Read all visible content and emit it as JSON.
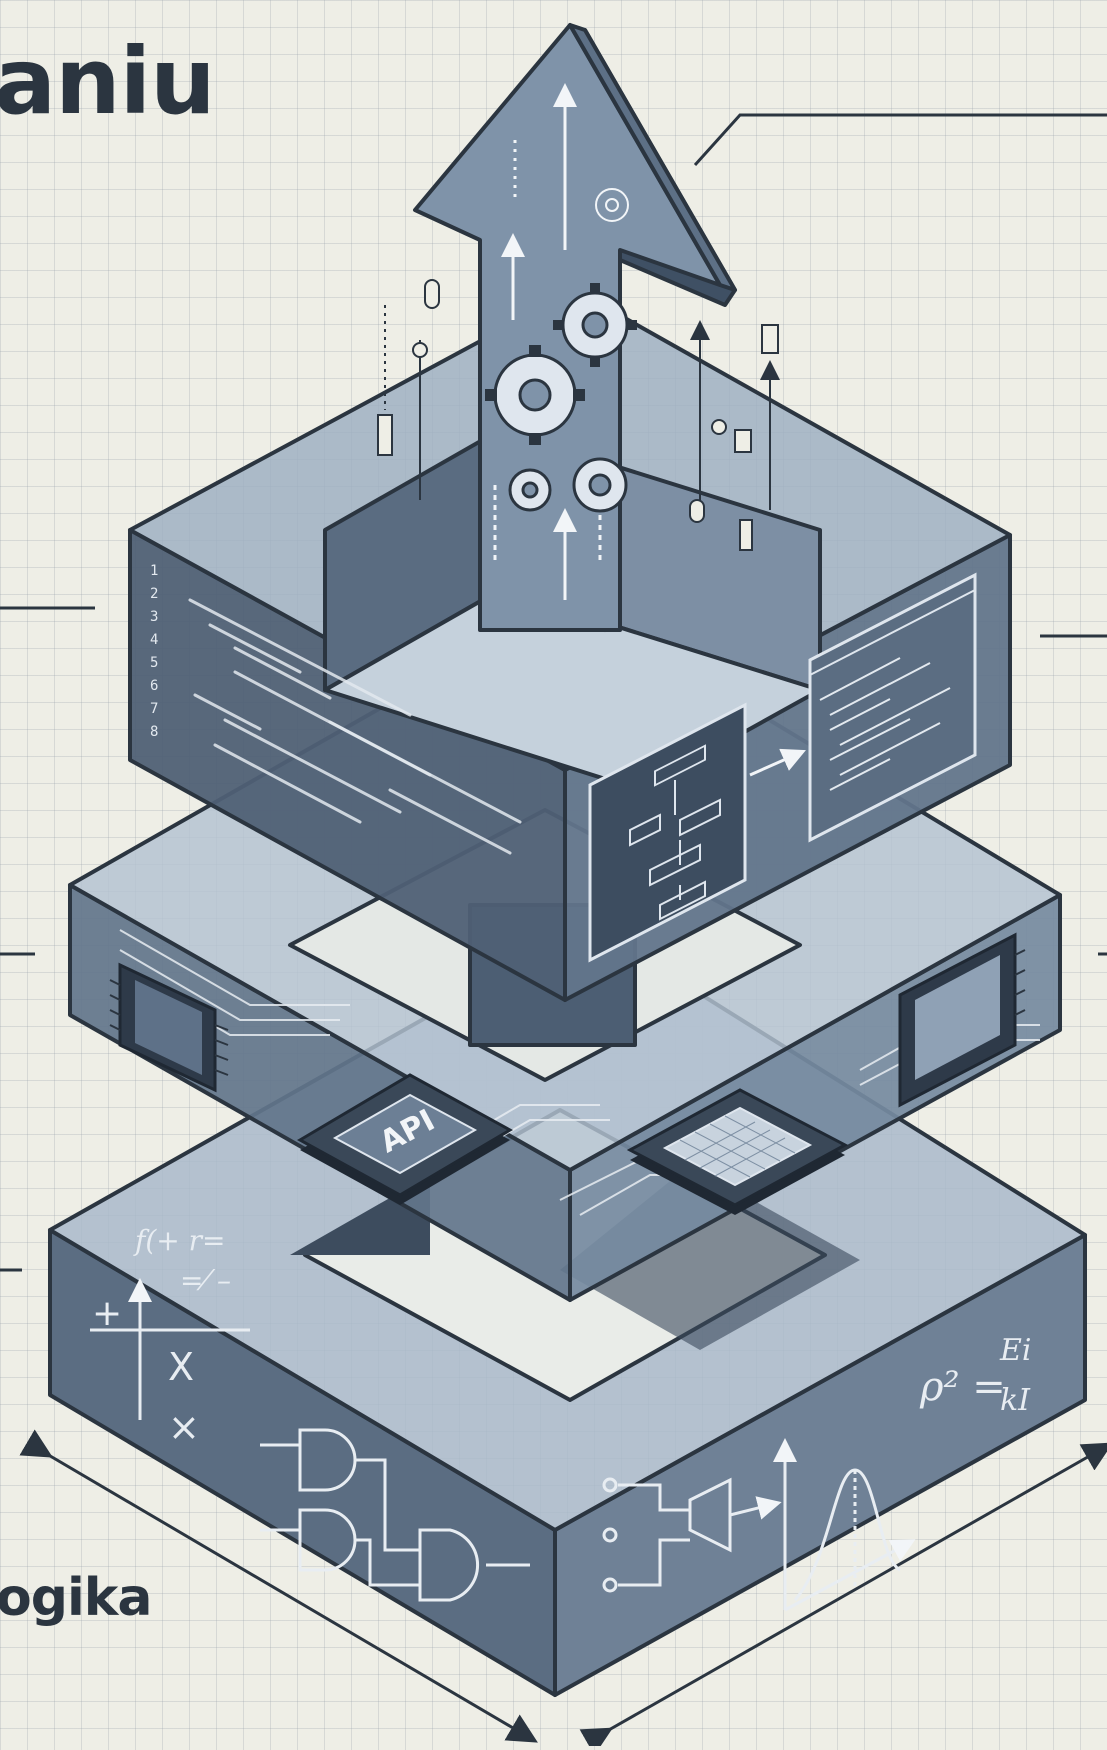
{
  "title_fragment": "aniu",
  "bottom_label": "ogika",
  "chip_label": "API",
  "colors": {
    "background": "#eeeee6",
    "grid": "#a0aab4",
    "layer_dark": "#4d5e73",
    "layer_mid": "#6a7c91",
    "layer_light": "#9fb0c2",
    "outline": "#2b3540",
    "text": "#2b3540"
  },
  "diagram": {
    "layers": [
      {
        "id": "top",
        "content": "code-and-flowchart"
      },
      {
        "id": "middle",
        "content": "processor-chips"
      },
      {
        "id": "bottom",
        "content": "logic-gates-and-math"
      }
    ],
    "arrow": "upward-arrow-with-gears"
  }
}
